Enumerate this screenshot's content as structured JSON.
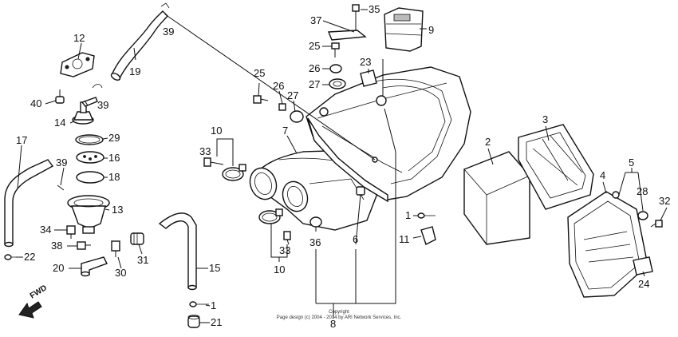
{
  "callouts": [
    {
      "id": "c35",
      "label": "35"
    },
    {
      "id": "c37",
      "label": "37"
    },
    {
      "id": "c9",
      "label": "9"
    },
    {
      "id": "c39a",
      "label": "39"
    },
    {
      "id": "c12",
      "label": "12"
    },
    {
      "id": "c19",
      "label": "19"
    },
    {
      "id": "c25a",
      "label": "25"
    },
    {
      "id": "c26a",
      "label": "26"
    },
    {
      "id": "c27a",
      "label": "27"
    },
    {
      "id": "c23",
      "label": "23"
    },
    {
      "id": "c25b",
      "label": "25"
    },
    {
      "id": "c26b",
      "label": "26"
    },
    {
      "id": "c27b",
      "label": "27"
    },
    {
      "id": "c40",
      "label": "40"
    },
    {
      "id": "c39b",
      "label": "39"
    },
    {
      "id": "c14",
      "label": "14"
    },
    {
      "id": "c29",
      "label": "29"
    },
    {
      "id": "c16",
      "label": "16"
    },
    {
      "id": "c18",
      "label": "18"
    },
    {
      "id": "c17",
      "label": "17"
    },
    {
      "id": "c39c",
      "label": "39"
    },
    {
      "id": "c13",
      "label": "13"
    },
    {
      "id": "c34",
      "label": "34"
    },
    {
      "id": "c38",
      "label": "38"
    },
    {
      "id": "c22",
      "label": "22"
    },
    {
      "id": "c20",
      "label": "20"
    },
    {
      "id": "c30",
      "label": "30"
    },
    {
      "id": "c31",
      "label": "31"
    },
    {
      "id": "c15",
      "label": "15"
    },
    {
      "id": "c1a",
      "label": "1"
    },
    {
      "id": "c21",
      "label": "21"
    },
    {
      "id": "c10a",
      "label": "10"
    },
    {
      "id": "c33a",
      "label": "33"
    },
    {
      "id": "c7",
      "label": "7"
    },
    {
      "id": "c33b",
      "label": "33"
    },
    {
      "id": "c10b",
      "label": "10"
    },
    {
      "id": "c36",
      "label": "36"
    },
    {
      "id": "c6",
      "label": "6"
    },
    {
      "id": "c8",
      "label": "8"
    },
    {
      "id": "c1b",
      "label": "1"
    },
    {
      "id": "c11",
      "label": "11"
    },
    {
      "id": "c2",
      "label": "2"
    },
    {
      "id": "c3",
      "label": "3"
    },
    {
      "id": "c4",
      "label": "4"
    },
    {
      "id": "c5",
      "label": "5"
    },
    {
      "id": "c28",
      "label": "28"
    },
    {
      "id": "c32",
      "label": "32"
    },
    {
      "id": "c24",
      "label": "24"
    }
  ],
  "fwd_label": "FWD",
  "copyright": {
    "line1": "Copyright",
    "line2": "Page design (c) 2004 - 2014 by ARI Network Services, Inc."
  },
  "colors": {
    "ink": "#111111",
    "background": "#ffffff"
  }
}
